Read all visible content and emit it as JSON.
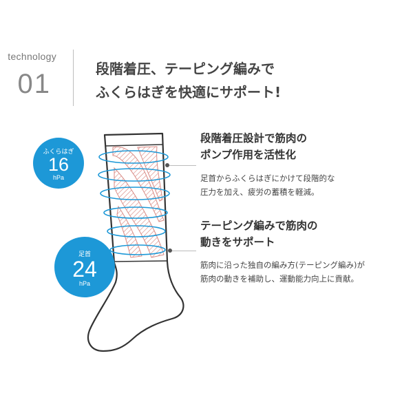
{
  "section": {
    "label": "technology",
    "number": "01"
  },
  "headline": {
    "line1": "段階着圧、テーピング編みで",
    "line2": "ふくらはぎを快適にサポート!"
  },
  "badges": {
    "calf": {
      "label": "ふくらはぎ",
      "value": "16",
      "unit": "hPa"
    },
    "ankle": {
      "label": "足首",
      "value": "24",
      "unit": "hPa"
    }
  },
  "features": [
    {
      "title_line1": "段階着圧設計で筋肉の",
      "title_line2": "ポンプ作用を活性化",
      "desc_line1": "足首からふくらはぎにかけて段階的な",
      "desc_line2": "圧力を加え、疲労の蓄積を軽減。"
    },
    {
      "title_line1": "テーピング編みで筋肉の",
      "title_line2": "動きをサポート",
      "desc_line1": "筋肉に沿った独自の編み方(テーピング編み)が",
      "desc_line2": "筋肉の動きを補助し、運動能力向上に貢献。"
    }
  ],
  "colors": {
    "accent": "#1d98d7",
    "taping": "#d98a84",
    "outline": "#333333"
  }
}
